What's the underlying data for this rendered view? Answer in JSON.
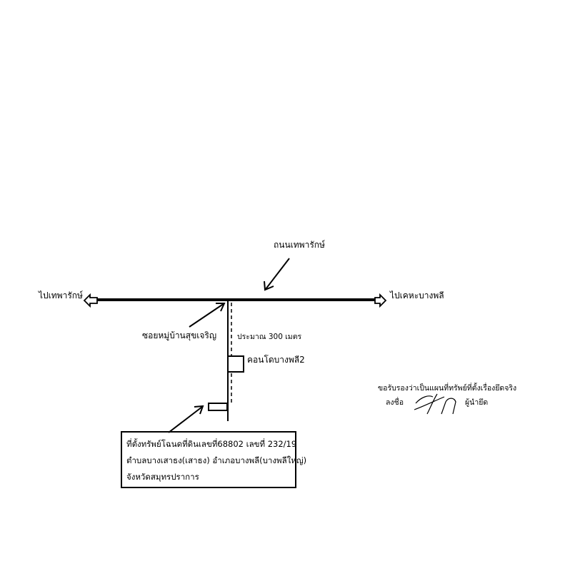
{
  "labels": {
    "main_road": "ถนนเทพารักษ์",
    "to_west": "ไปเทพารักษ์",
    "to_east": "ไปเคหะบางพลี",
    "soi": "ซอยหมู่บ้านสุขเจริญ",
    "distance": "ประมาณ 300 เมตร",
    "condo": "คอนโดบางพลี2"
  },
  "info_box": {
    "line1": "ที่ตั้งทรัพย์โฉนดที่ดินเลขที่68802 เลขที่ 232/19",
    "line2": "ตำบลบางเสาธง(เสาธง) อำเภอบางพลี(บางพลีใหญ่)",
    "line3": "จังหวัดสมุทรปราการ"
  },
  "certification": {
    "statement": "ขอรับรองว่าเป็นแผนที่ทรัพย์ที่ตั้งเรื่องยึดจริง",
    "sign_label": "ลงชื่อ",
    "signer_role": "ผู้นำยึด"
  },
  "icons": {
    "arrows": "hollow-arrow-icon",
    "pointer": "pointer-arrow-icon",
    "signature": "signature-mark"
  }
}
